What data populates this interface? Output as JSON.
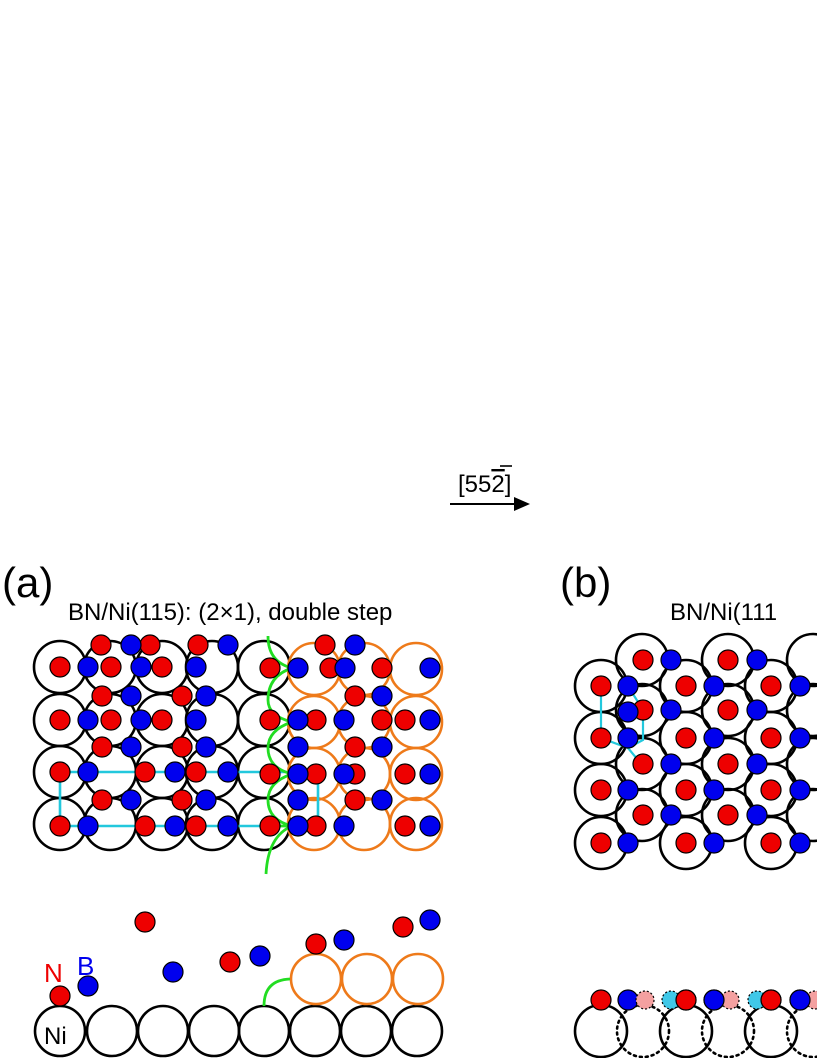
{
  "panel_a": {
    "label": "(a)",
    "title": "BN/Ni(115): (2×1), double step"
  },
  "panel_b": {
    "label": "(b)",
    "title": "BN/Ni(111"
  },
  "direction": {
    "prefix": "[55",
    "overbar_digit": "2",
    "suffix": "]"
  },
  "legend": {
    "nitrogen": "N",
    "boron": "B",
    "nickel": "Ni"
  },
  "colors": {
    "nitrogen": "#ee0000",
    "boron": "#0000ee",
    "nitrogen_light": "#f4a0a0",
    "boron_light": "#40c8e8",
    "ni_upper_terrace": "#ee7a1a",
    "step_edge": "#22dd22",
    "unit_cell": "#22c8dd",
    "outline": "#000000"
  }
}
